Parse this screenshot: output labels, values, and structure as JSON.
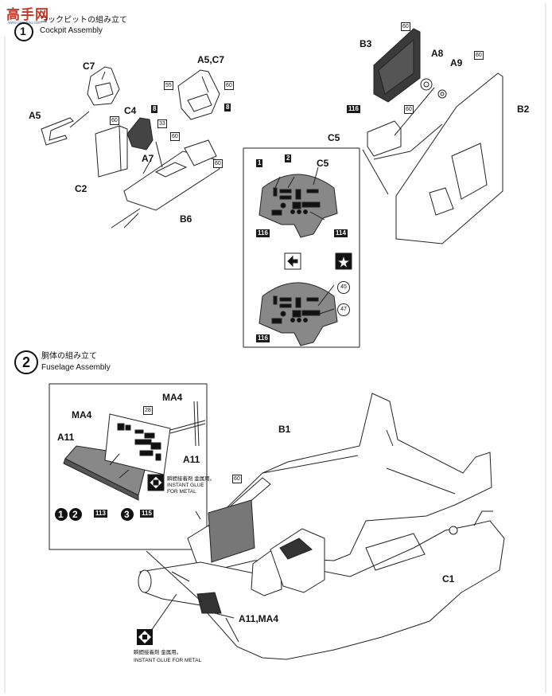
{
  "watermark": {
    "logo": "高手网",
    "url": "www.gaoshou.com"
  },
  "step1": {
    "number": "1",
    "title_jp": "コックピットの組み立て",
    "title_en": "Cockpit Assembly"
  },
  "step2": {
    "number": "2",
    "title_jp": "胴体の組み立て",
    "title_en": "Fuselage Assembly"
  },
  "parts": {
    "C7": "C7",
    "A5C7": "A5,C7",
    "A5": "A5",
    "C4": "C4",
    "A7": "A7",
    "C2": "C2",
    "B6": "B6",
    "B3": "B3",
    "A8": "A8",
    "A9": "A9",
    "B2": "B2",
    "C5": "C5",
    "C5b": "C5",
    "MA4_top": "MA4",
    "MA4": "MA4",
    "A11_left": "A11",
    "A11_right": "A11",
    "B1": "B1",
    "C1": "C1",
    "A11MA4": "A11,MA4"
  },
  "paint": {
    "p60a": "60",
    "p55": "55",
    "p60b": "60",
    "p8a": "8",
    "p8b": "8",
    "p33": "33",
    "p60c": "60",
    "p60d": "60",
    "p60e": "60",
    "p60f": "60",
    "p60g": "60",
    "p60h": "60",
    "p116a": "116",
    "p116b": "116",
    "p114": "114",
    "p116c": "116",
    "p28": "28",
    "p113": "113",
    "p115": "115",
    "p60i": "60"
  },
  "inset": {
    "decal1": "1",
    "decal2": "2",
    "decal45": "45",
    "decal47": "47"
  },
  "notes": {
    "glue_jp": "瞬間接着剤 金属用。",
    "glue_en1": "INSTANT GLUE",
    "glue_en2": "FOR METAL",
    "glue_bottom_jp": "瞬間接着剤 金属用。",
    "glue_bottom_en": "INSTANT GLUE FOR METAL"
  },
  "version_marks": {
    "m1": "1",
    "m2": "2",
    "m3": "3"
  }
}
